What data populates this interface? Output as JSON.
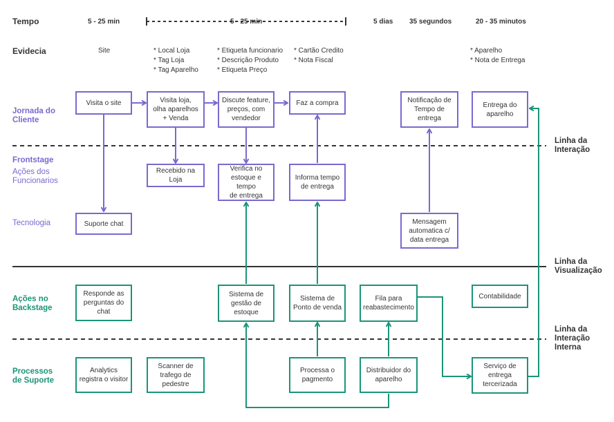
{
  "colors": {
    "frontstage": "#7b68cf",
    "backstage": "#1a9478",
    "line": "#333333"
  },
  "header": {
    "tempo": "Tempo",
    "evidencia": "Evidecia"
  },
  "times": {
    "t1": "5 - 25 min",
    "t2": "5 - 25 min",
    "t3": "5 dias",
    "t4": "35 segundos",
    "t5": "20 - 35 minutos"
  },
  "evidence": {
    "e1": [
      "Site"
    ],
    "e2": [
      "* Local Loja",
      "* Tag Loja",
      "* Tag Aparelho"
    ],
    "e3": [
      "* Etiqueta funcionario",
      "* Descrição Produto",
      "* Etiqueta Preço"
    ],
    "e4": [
      "* Cartão Credito",
      "* Nota Fiscal"
    ],
    "e5": [
      "* Aparelho",
      "* Nota de Entrega"
    ]
  },
  "lanes": {
    "jornada": [
      "Jornada do",
      "Cliente"
    ],
    "frontstage": "Frontstage",
    "acoes_func": [
      "Ações dos",
      "Funcionarios"
    ],
    "tecnologia": "Tecnologia",
    "backstage": [
      "Ações no",
      "Backstage"
    ],
    "suporte": [
      "Processos",
      "de Suporte"
    ]
  },
  "lines": {
    "interacao": [
      "Linha da",
      "Interação"
    ],
    "visualizacao": [
      "Linha da",
      "Visualização"
    ],
    "interna": [
      "Linha da",
      "Interação",
      "Interna"
    ]
  },
  "boxes": {
    "visita_site": [
      "Visita o site"
    ],
    "visita_loja": [
      "Visita loja,",
      "olha aparelhos",
      "+ Venda"
    ],
    "discute": [
      "Discute feature,",
      "preços, com",
      "vendedor"
    ],
    "compra": [
      "Faz a compra"
    ],
    "notificacao": [
      "Notificação de",
      "Tempo de entrega"
    ],
    "entrega": [
      "Entrega do",
      "aparelho"
    ],
    "recebido": [
      "Recebido na Loja"
    ],
    "verifica": [
      "Verifica no",
      "estoque e tempo",
      "de entrega"
    ],
    "informa": [
      "Informa tempo",
      "de entrega"
    ],
    "suporte_chat": [
      "Suporte chat"
    ],
    "mensagem": [
      "Mensagem",
      "automatica c/",
      "data entrega"
    ],
    "responde": [
      "Responde as",
      "perguntas do",
      "chat"
    ],
    "gestao": [
      "Sistema de",
      "gestão de",
      "estoque"
    ],
    "ponto": [
      "Sistema de",
      "Ponto de venda"
    ],
    "fila": [
      "Fila para",
      "reabastecimento"
    ],
    "contabilidade": [
      "Contabilidade"
    ],
    "analytics": [
      "Analytics",
      "registra o visitor"
    ],
    "scanner": [
      "Scanner de",
      "trafego de",
      "pedestre"
    ],
    "processa": [
      "Processa o",
      "pagmento"
    ],
    "distribuidor": [
      "Distribuidor do",
      "aparelho"
    ],
    "servico": [
      "Serviço de",
      "entrega",
      "tercerizada"
    ]
  }
}
